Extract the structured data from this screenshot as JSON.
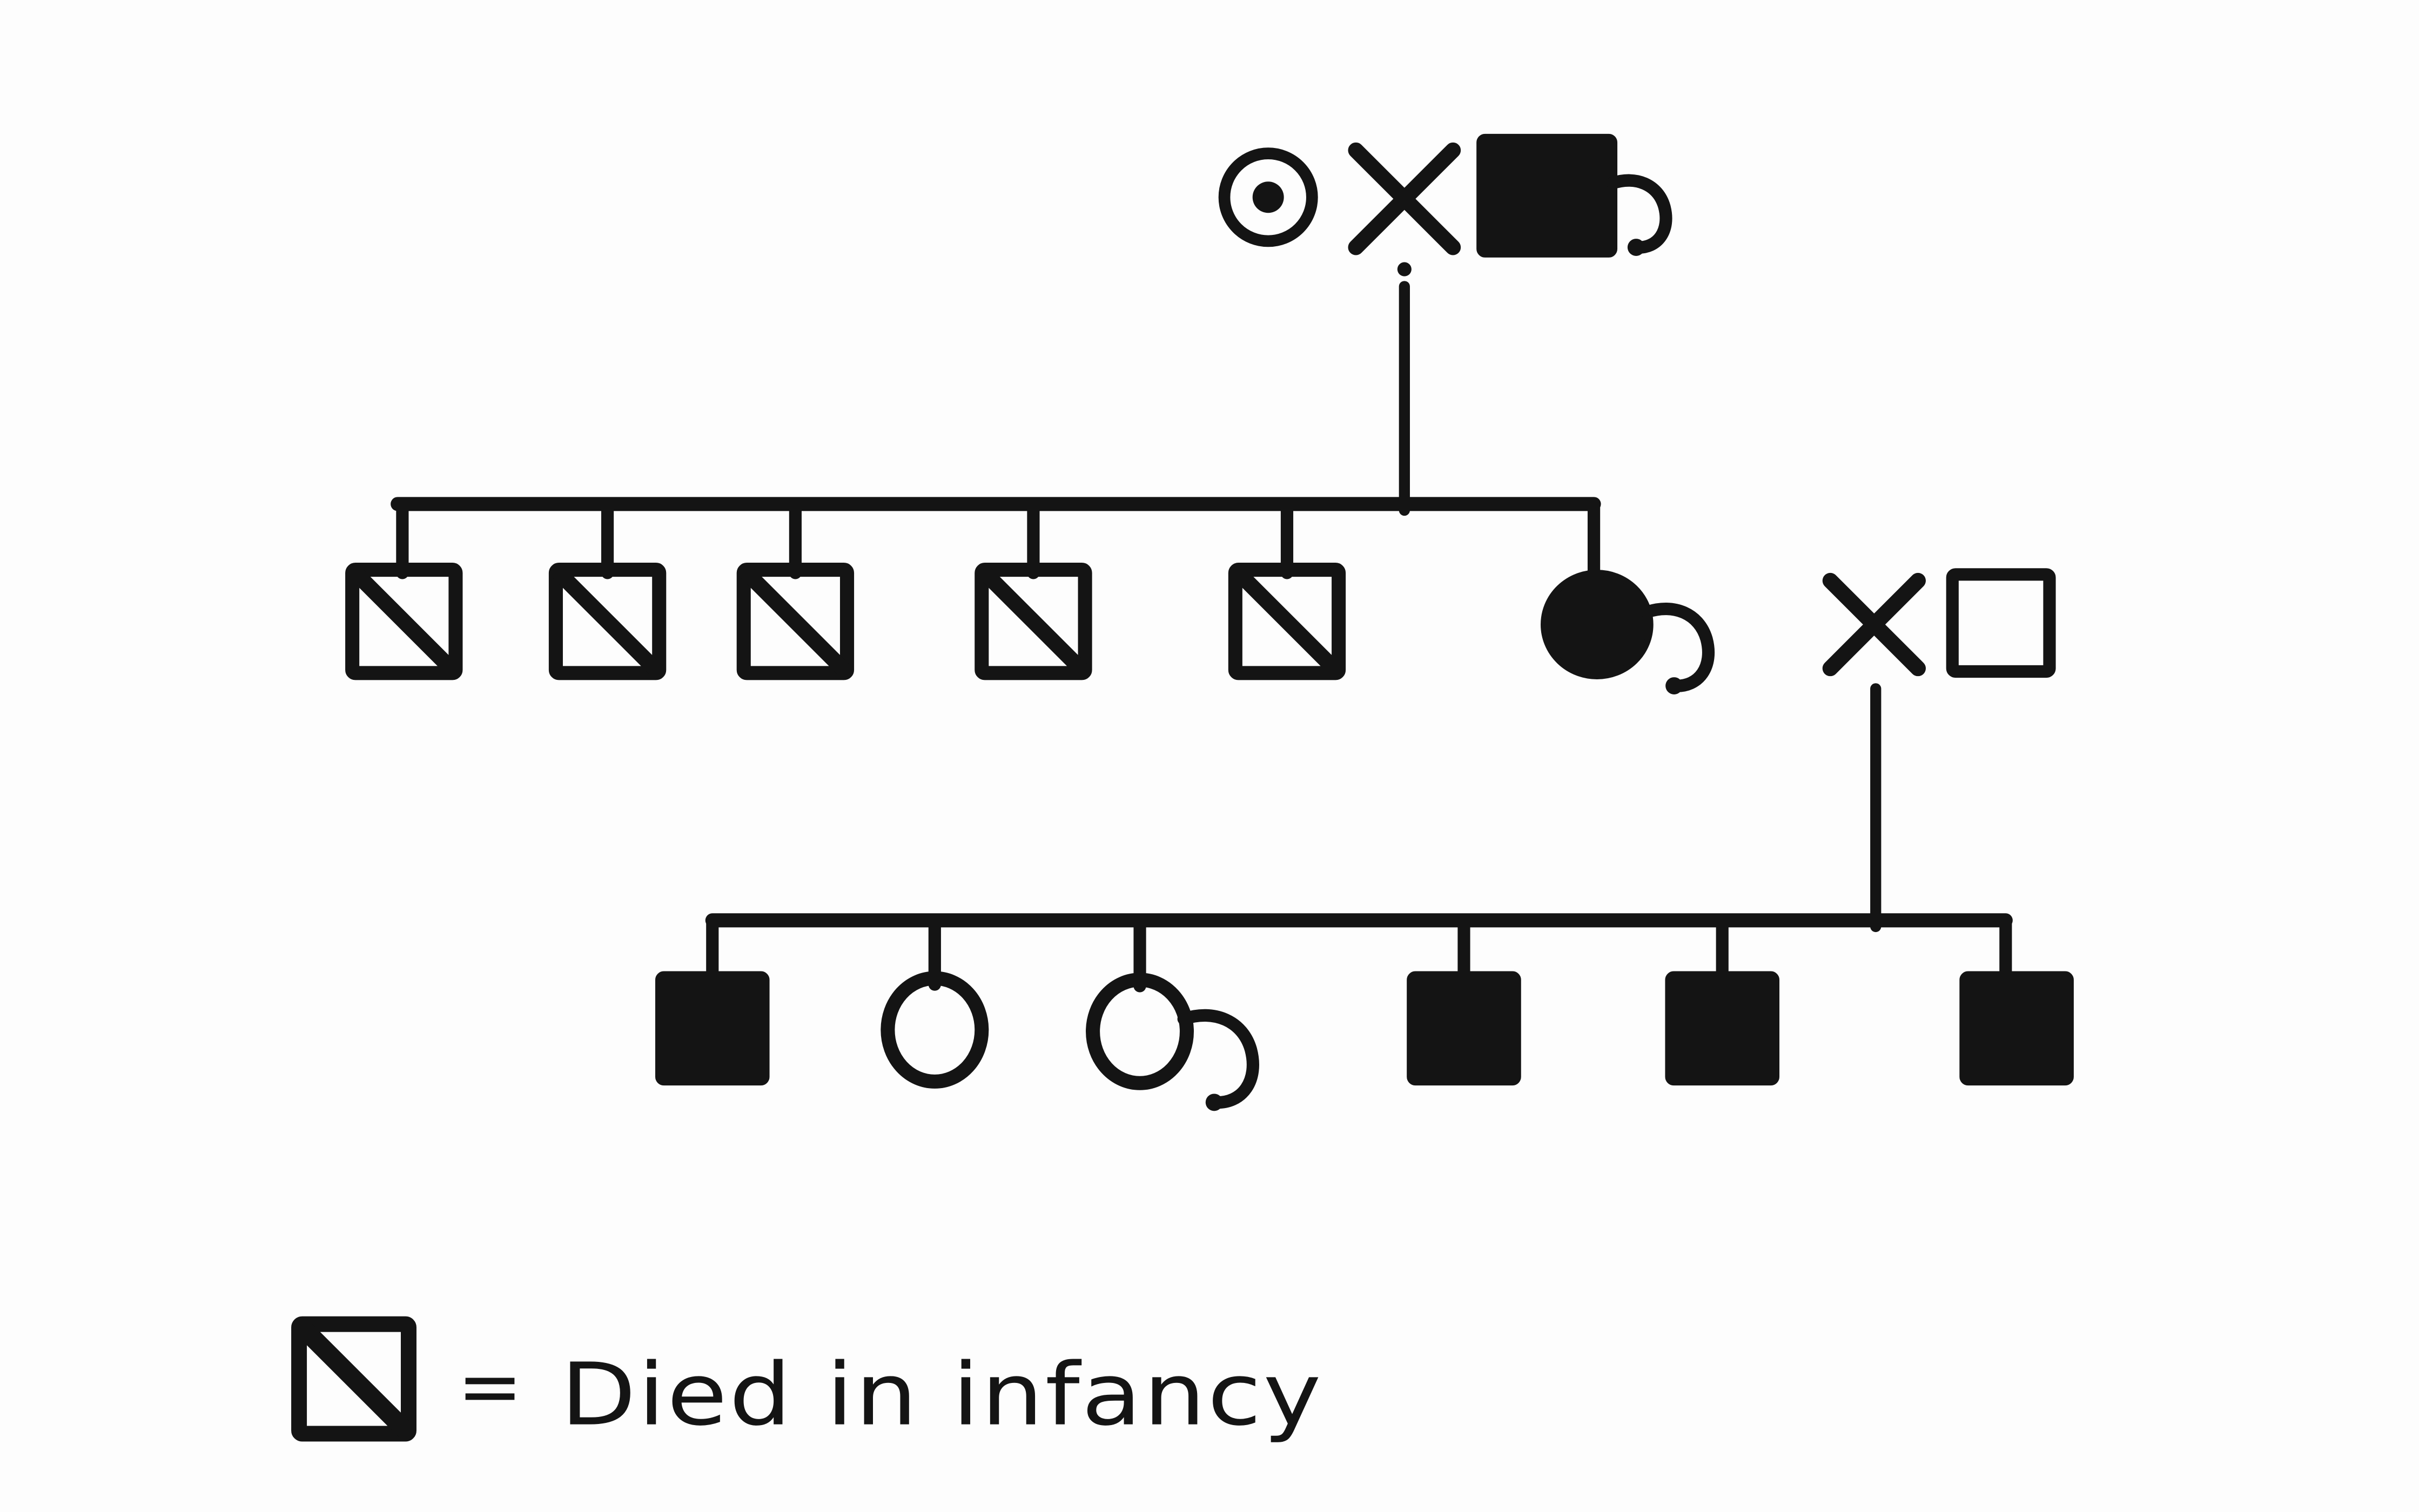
{
  "figure": {
    "kind": "pedigree-chart-scanned-print",
    "background": "#fdfdfd",
    "ink": "#141414",
    "legend": {
      "symbol": "square-slashed",
      "equals_sign": "=",
      "label": "Died in infancy"
    },
    "generations": [
      {
        "id": "I",
        "members": [
          {
            "id": "I-1",
            "symbol": "circle-dot"
          },
          {
            "id": "I-mating",
            "symbol": "x-cross"
          },
          {
            "id": "I-2",
            "symbol": "square-filled",
            "hook": true
          }
        ]
      },
      {
        "id": "II",
        "members": [
          {
            "id": "II-1",
            "symbol": "square-slashed"
          },
          {
            "id": "II-2",
            "symbol": "square-slashed"
          },
          {
            "id": "II-3",
            "symbol": "square-slashed"
          },
          {
            "id": "II-4",
            "symbol": "square-slashed"
          },
          {
            "id": "II-5",
            "symbol": "square-slashed"
          },
          {
            "id": "II-6",
            "symbol": "circle-filled",
            "hook": true
          },
          {
            "id": "II-mating",
            "symbol": "x-cross"
          },
          {
            "id": "II-7",
            "symbol": "square-open"
          }
        ]
      },
      {
        "id": "III",
        "members": [
          {
            "id": "III-1",
            "symbol": "square-filled"
          },
          {
            "id": "III-2",
            "symbol": "circle-open"
          },
          {
            "id": "III-3",
            "symbol": "circle-open",
            "hook": true
          },
          {
            "id": "III-4",
            "symbol": "square-filled"
          },
          {
            "id": "III-5",
            "symbol": "square-filled"
          },
          {
            "id": "III-6",
            "symbol": "square-filled"
          }
        ]
      }
    ]
  }
}
